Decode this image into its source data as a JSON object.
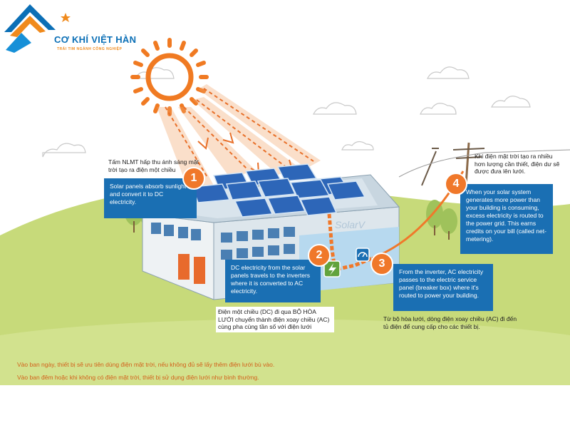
{
  "logo": {
    "title": "CƠ KHÍ VIỆT HÀN",
    "subtitle": "TRÁI TIM NGÀNH CÔNG NGHIỆP"
  },
  "watermark": "SolarV",
  "colors": {
    "brand_blue": "#1a6fb3",
    "accent_orange": "#f0782a",
    "sun": "#f07a22",
    "panel": "#2d66b8",
    "grass": "#c9dc7c"
  },
  "steps": [
    {
      "number": "1",
      "caption_vi": "Tấm NLMT hấp thu ánh sáng mặt trời tạo ra điện một chiều",
      "text_en": "Solar panels absorb sunlight and convert it to DC electricity."
    },
    {
      "number": "2",
      "caption_vi": "Điện một chiều (DC) đi qua BỘ HÒA LƯỚI chuyển thành điện xoay chiều (AC) cùng pha cùng tần số với điện lưới",
      "text_en": "DC electricity from the solar panels travels to the inverters where it is converted to AC electricity."
    },
    {
      "number": "3",
      "caption_vi": "Từ bộ hòa lưới, dòng điện xoay chiều (AC) đi đến tủ điện để cung cấp cho các thiết bị.",
      "text_en": "From the inverter, AC electricity passes to the electric service panel (breaker box) where it's routed to power your building."
    },
    {
      "number": "4",
      "caption_vi": "Khi điện mặt trời tạo ra nhiều hơn lượng cần thiết, điện dư sẽ được đưa lên lưới.",
      "text_en": "When your solar system generates more power than your building is consuming, excess electricity is routed to the power grid. This earns credits on your bill (called net-metering)."
    }
  ],
  "footer": {
    "line1": "Vào ban ngày, thiết bị sẽ ưu tiên dùng điện mặt trời, nếu không đủ sẽ lấy thêm điện lưới bù vào.",
    "line2": "Vào ban đêm hoặc khi không có điện mặt trời, thiết bị sử dụng điện lưới như bình thường."
  }
}
